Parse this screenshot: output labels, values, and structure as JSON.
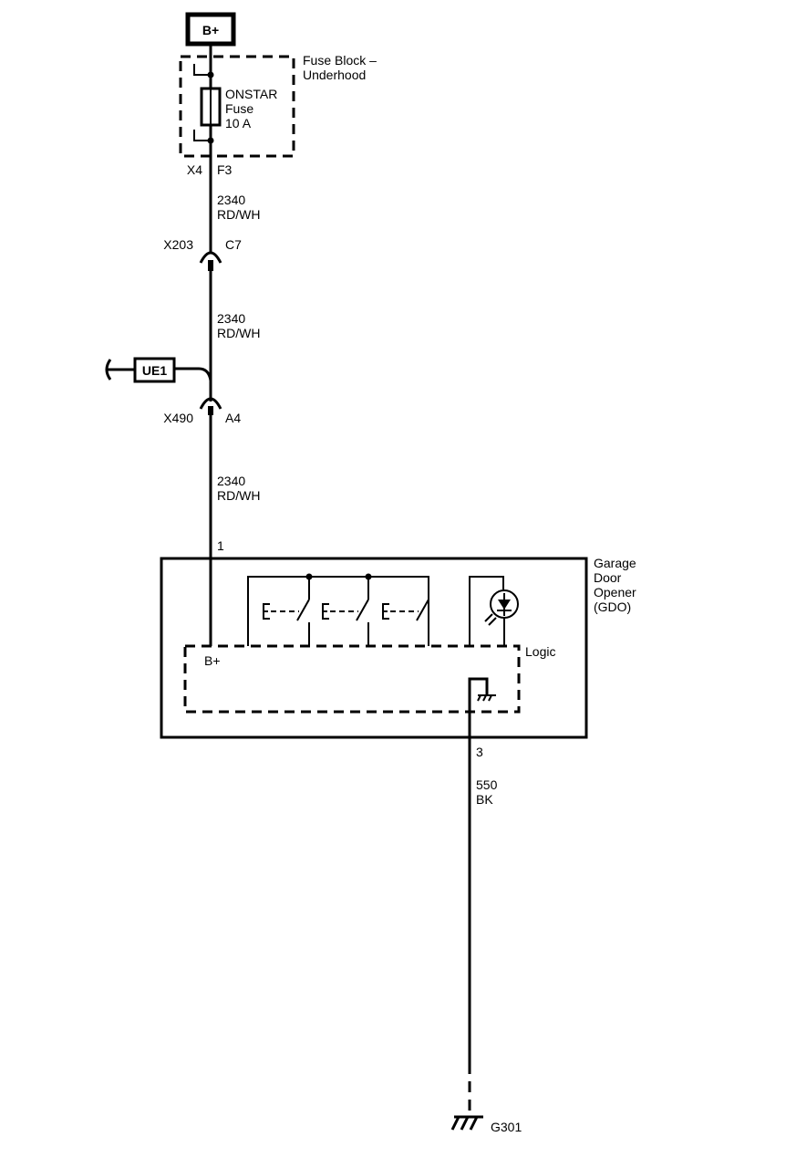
{
  "power": {
    "label": "B+"
  },
  "fuse_block": {
    "name_line1": "Fuse Block –",
    "name_line2": "Underhood",
    "fuse_line1": "ONSTAR",
    "fuse_line2": "Fuse",
    "fuse_line3": "10 A",
    "connector": "X4",
    "pin": "F3"
  },
  "wires": [
    {
      "circuit": "2340",
      "color": "RD/WH"
    },
    {
      "circuit": "2340",
      "color": "RD/WH"
    },
    {
      "circuit": "2340",
      "color": "RD/WH"
    },
    {
      "circuit": "550",
      "color": "BK"
    }
  ],
  "connectors": [
    {
      "name": "X203",
      "pin": "C7"
    },
    {
      "name": "X490",
      "pin": "A4"
    }
  ],
  "splice": {
    "label": "UE1"
  },
  "module": {
    "name_line1": "Garage",
    "name_line2": "Door",
    "name_line3": "Opener",
    "name_line4": "(GDO)",
    "logic_label": "Logic",
    "power_pin_label": "B+",
    "pin_power": "1",
    "pin_ground": "3"
  },
  "ground": {
    "label": "G301"
  }
}
